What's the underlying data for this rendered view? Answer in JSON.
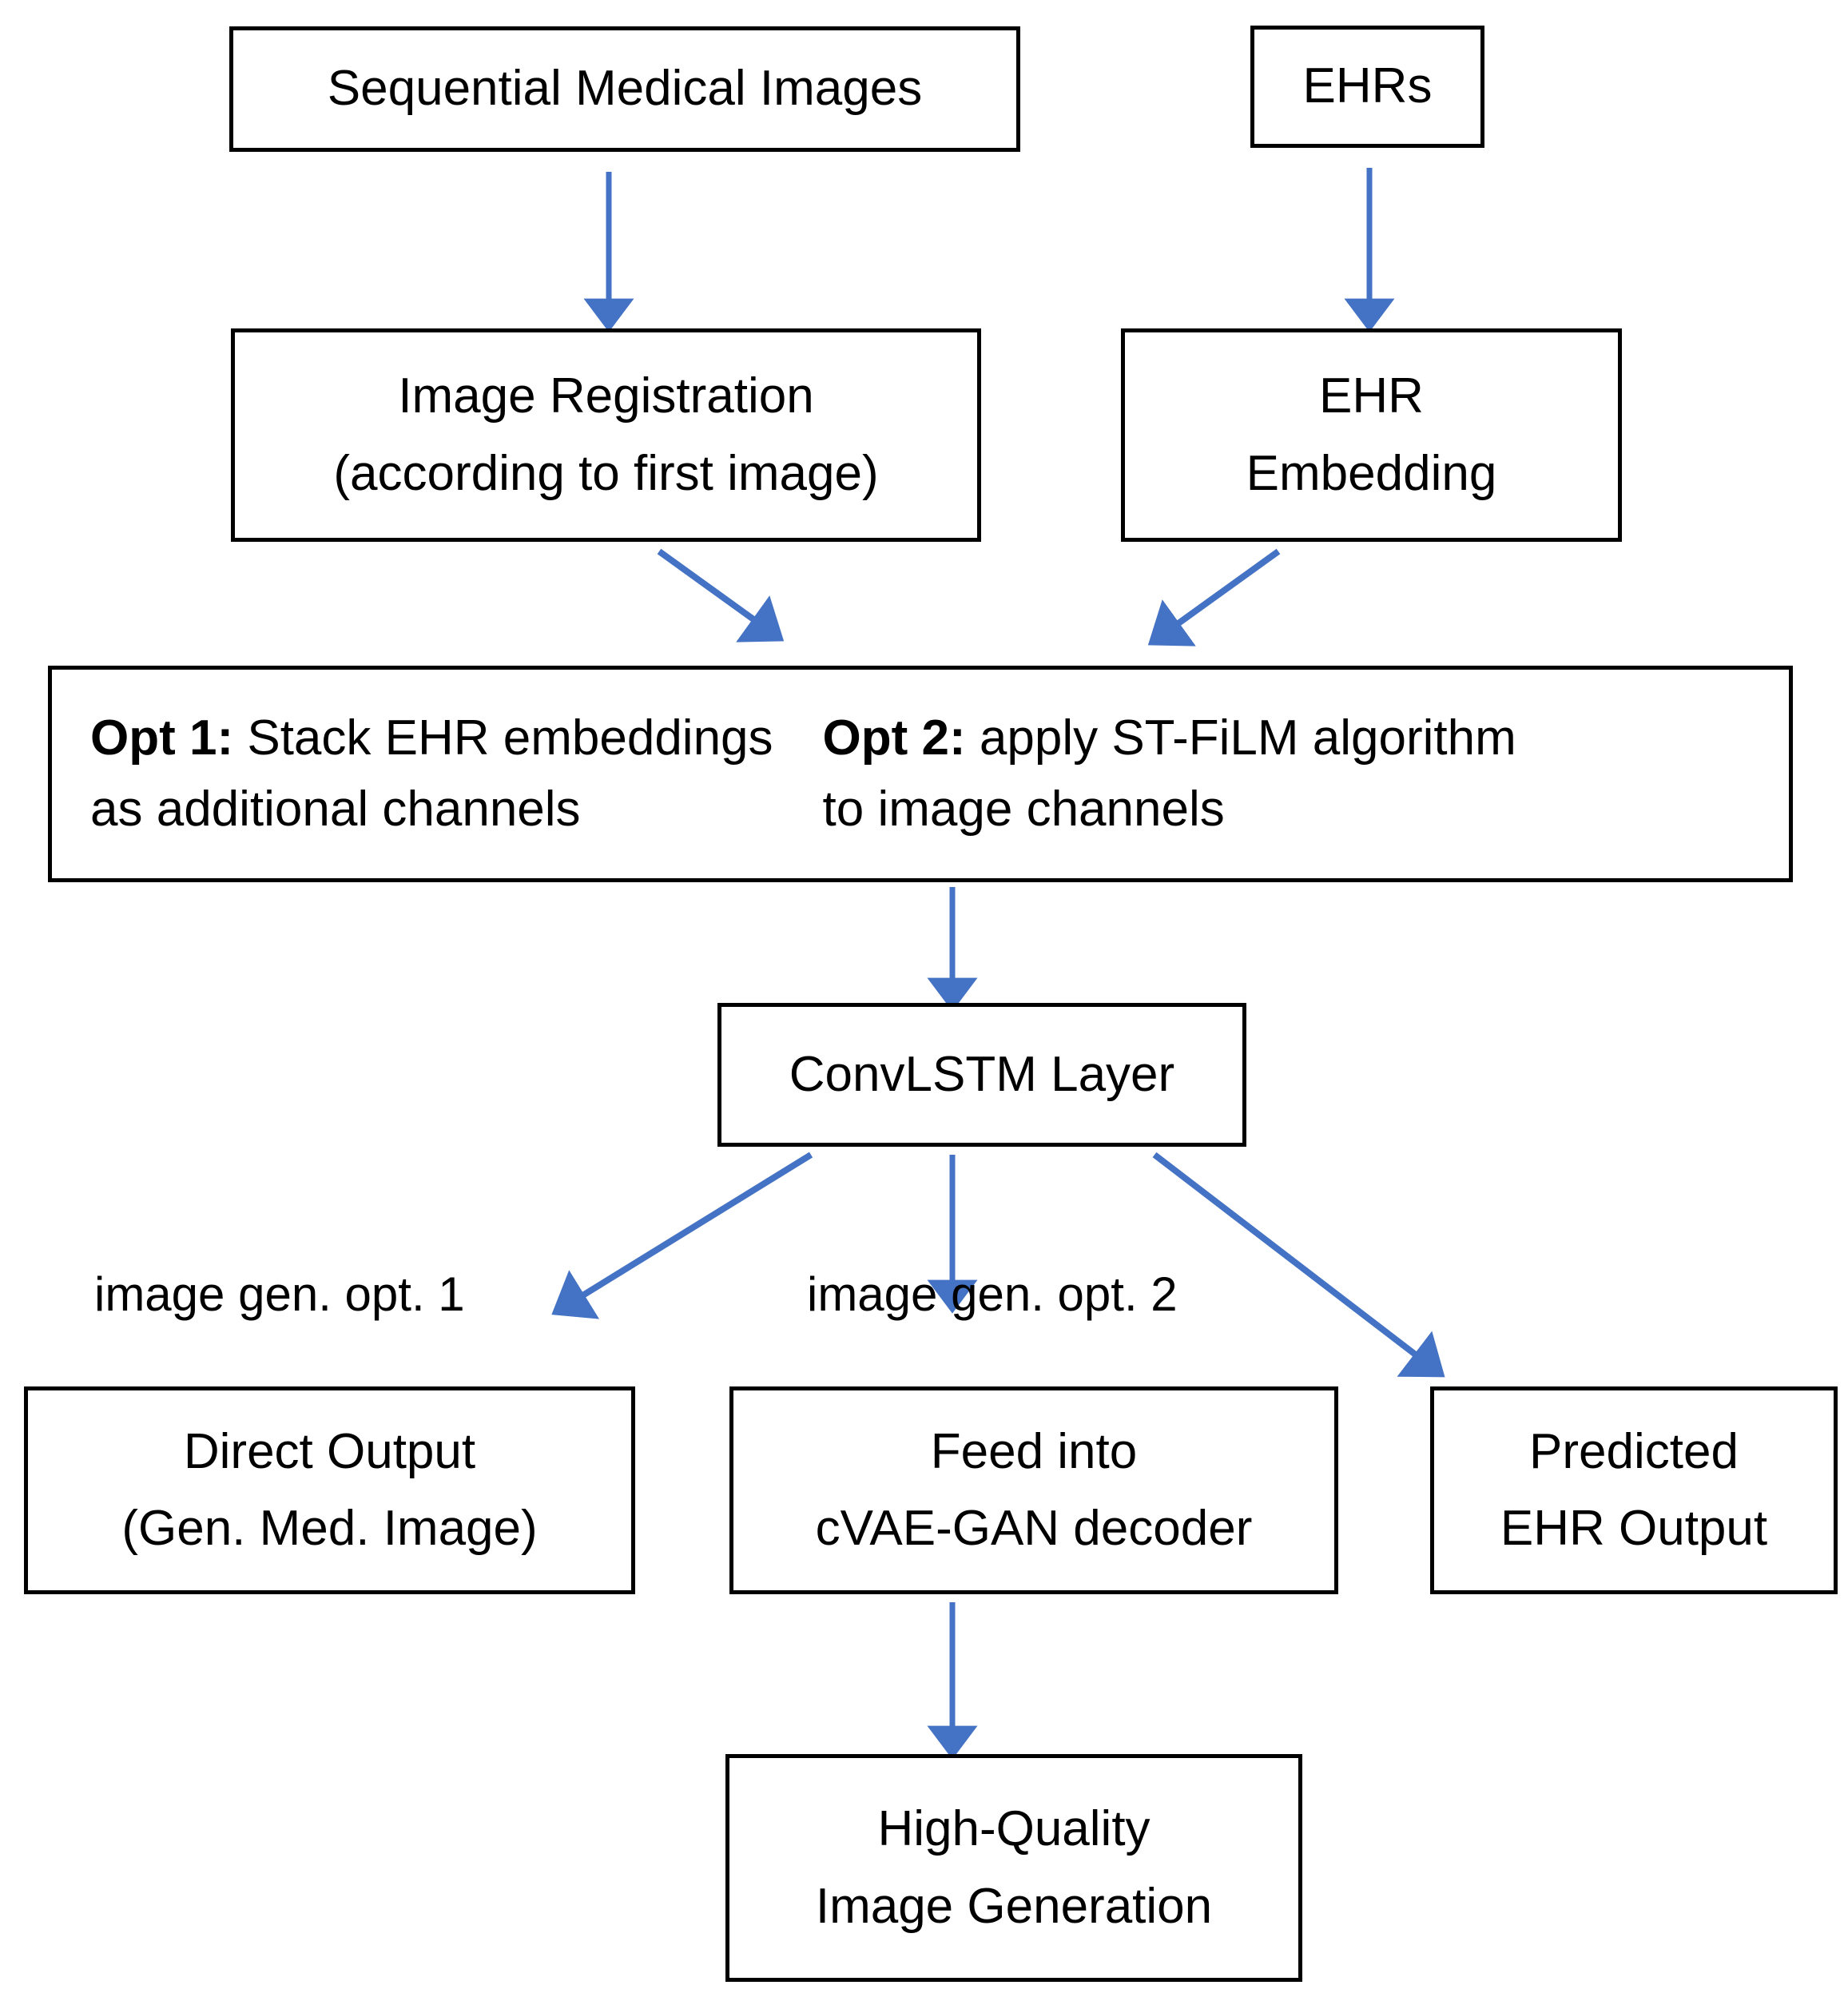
{
  "diagram": {
    "title": "Sequential medical image and EHR fusion pipeline",
    "accent_color": "#4472C4",
    "box_border_color": "#000000",
    "background_color": "#FFFFFF",
    "nodes": {
      "sequential_medical_images": {
        "label": "Sequential Medical Images"
      },
      "ehrs": {
        "label": "EHRs"
      },
      "image_registration": {
        "line1": "Image Registration",
        "line2": "(according to first image)"
      },
      "ehr_embedding": {
        "line1": "EHR",
        "line2": "Embedding"
      },
      "fusion_options": {
        "opt1_label": "Opt 1:",
        "opt1_line1": " Stack EHR embeddings",
        "opt1_line2": "as  additional channels",
        "opt2_label": "Opt 2:",
        "opt2_line1": " apply ST-FiLM  algorithm",
        "opt2_line2": "to image channels"
      },
      "convlstm_layer": {
        "label": "ConvLSTM Layer"
      },
      "direct_output": {
        "line1": "Direct Output",
        "line2": "(Gen. Med. Image)"
      },
      "cvae_gan_decoder": {
        "line1": "Feed into",
        "line2": "cVAE-GAN decoder"
      },
      "predicted_ehr_output": {
        "line1": "Predicted",
        "line2": "EHR Output"
      },
      "high_quality_image_generation": {
        "line1": "High-Quality",
        "line2": "Image Generation"
      }
    },
    "edge_labels": {
      "image_gen_opt_1": "image gen. opt. 1",
      "image_gen_opt_2": "image gen. opt. 2"
    }
  }
}
